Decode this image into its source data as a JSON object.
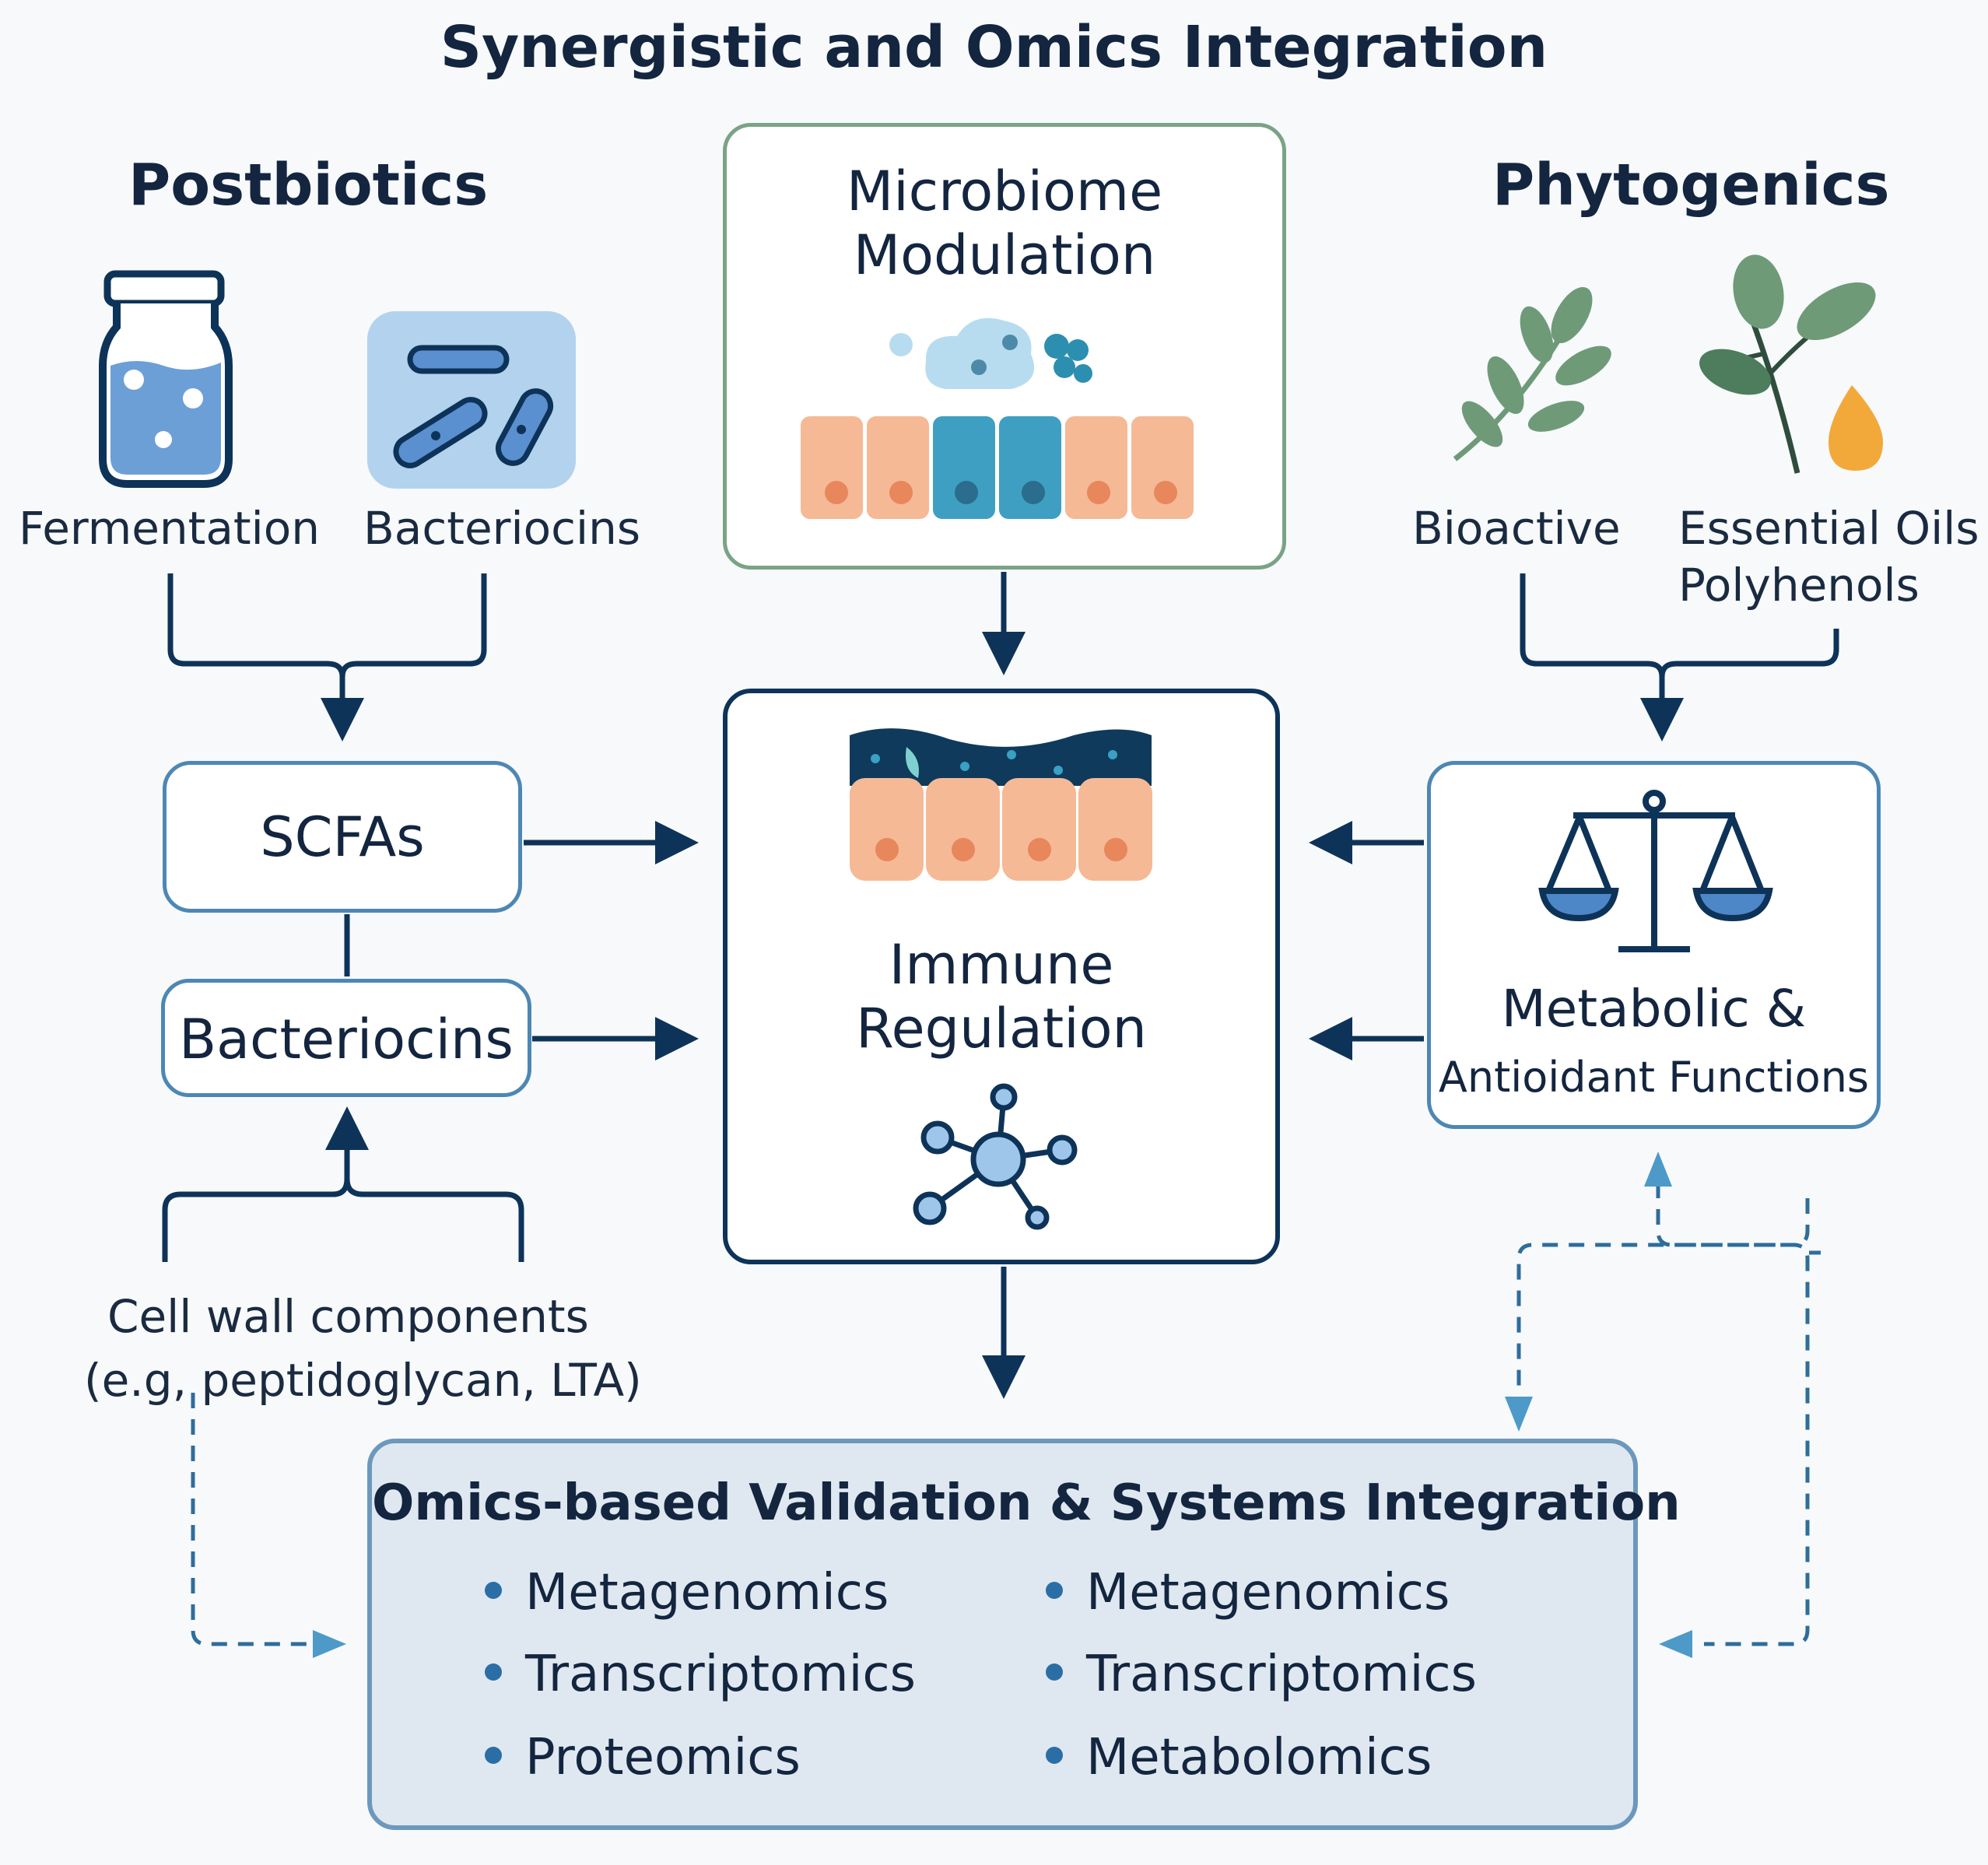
{
  "title": "Synergistic and Omics Integration",
  "postbiotics": {
    "heading": "Postbiotics",
    "fermentation_label": "Fermentation",
    "bacteriocins_label": "Bacteriocins",
    "scfas_box": "SCFAs",
    "bacteriocins_box": "Bacteriocins",
    "cell_wall_line1": "Cell wall components",
    "cell_wall_line2": "(e.g, peptidoglycan, LTA)"
  },
  "microbiome": {
    "line1": "Microbiome",
    "line2": "Modulation"
  },
  "immune": {
    "line1": "Immune",
    "line2": "Regulation"
  },
  "phytogenics": {
    "heading": "Phytogenics",
    "bioactive_label": "Bioactive",
    "oils_line1": "Essential Oils",
    "oils_line2": "Polyhenols",
    "metabolic_line1": "Metabolic &",
    "metabolic_line2": "Antioidant Functions"
  },
  "omics": {
    "title": "Omics-based Validation & Systems Integration",
    "left_items": [
      "Metagenomics",
      "Transcriptomics",
      "Proteomics"
    ],
    "right_items": [
      "Metagenomics",
      "Transcriptomics",
      "Metabolomics"
    ]
  },
  "colors": {
    "navy": "#0e3358",
    "accent_blue": "#4d87b4",
    "light_blue": "#5a9bc9",
    "green_border": "#7aa386",
    "peach": "#f5b995",
    "teal": "#3a9bbf",
    "leaf_green": "#6e9a78",
    "oil_orange": "#f2a93a"
  }
}
